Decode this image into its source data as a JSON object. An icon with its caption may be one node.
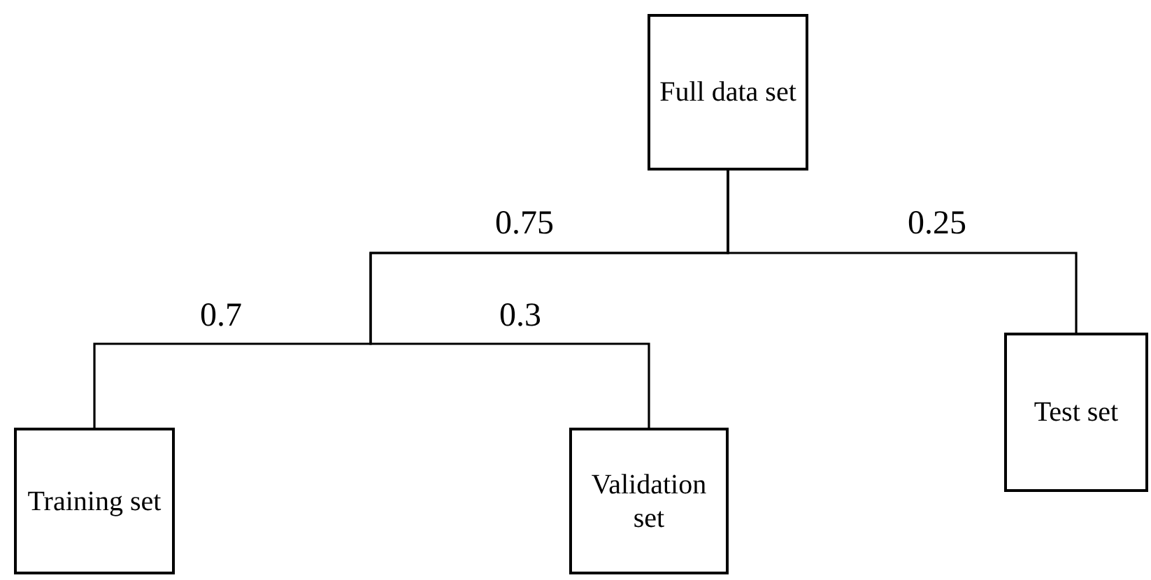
{
  "diagram": {
    "nodes": [
      {
        "text": [
          "Full data set"
        ]
      },
      {
        "text": [
          "Training set"
        ]
      },
      {
        "text": [
          "Validation set"
        ]
      },
      {
        "text": [
          "Test set"
        ]
      }
    ],
    "edges": [
      {
        "from": 0,
        "to": 1,
        "arrow": "none",
        "label": "0.7"
      },
      {
        "from": 0,
        "to": 2,
        "arrow": "none",
        "label": "0.3"
      },
      {
        "from": 0,
        "to": 3,
        "arrow": "none",
        "label": "0.25"
      }
    ],
    "labels": [
      "0.75"
    ]
  }
}
